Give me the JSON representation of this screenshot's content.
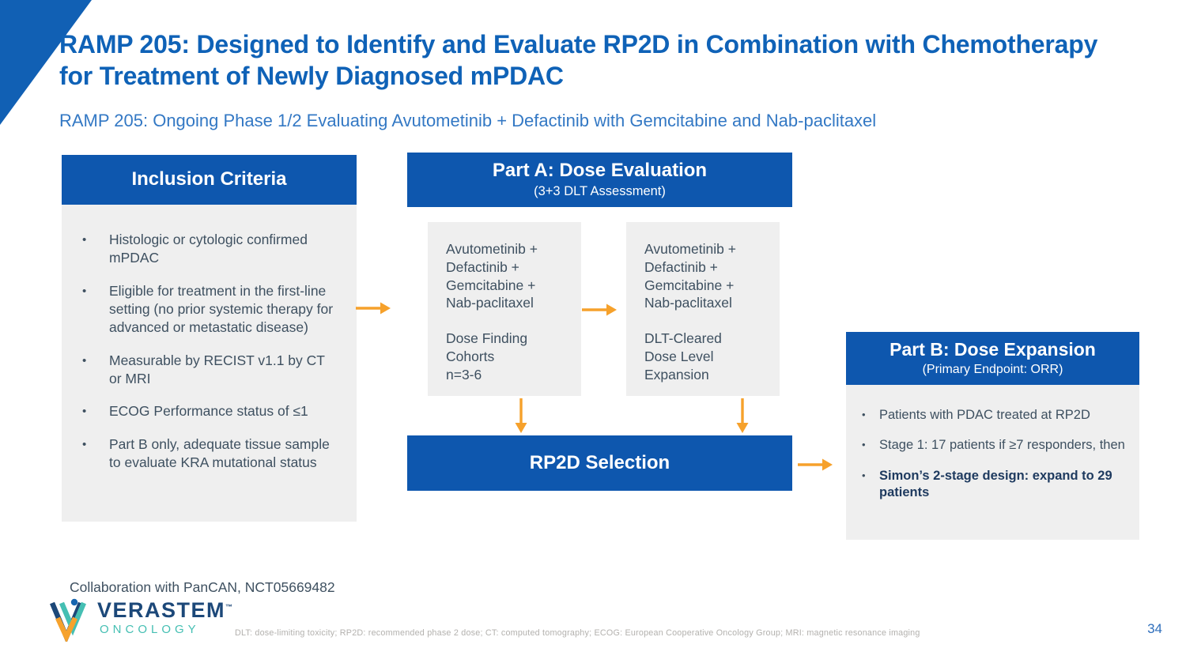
{
  "slide": {
    "title": "RAMP 205: Designed to Identify and Evaluate RP2D in Combination with Chemotherapy for Treatment of Newly Diagnosed mPDAC",
    "subtitle": "RAMP 205: Ongoing Phase 1/2 Evaluating Avutometinib + Defactinib with Gemcitabine and Nab-paclitaxel",
    "page_number": "34"
  },
  "inclusion": {
    "header": "Inclusion Criteria",
    "bullet_marker": "•",
    "bullets": [
      "Histologic or cytologic confirmed mPDAC",
      "Eligible for treatment in the first-line setting (no prior systemic therapy for advanced or metastatic disease)",
      "Measurable by RECIST v1.1 by CT or MRI",
      "ECOG Performance status of ≤1",
      "Part B only, adequate tissue sample to evaluate KRA mutational status"
    ]
  },
  "part_a": {
    "header": "Part A: Dose Evaluation",
    "subheader": "(3+3 DLT Assessment)",
    "box1": {
      "drug_lines": [
        "Avutometinib +",
        "Defactinib +",
        "Gemcitabine +",
        "Nab-paclitaxel"
      ],
      "label_lines": [
        "Dose Finding",
        "Cohorts",
        "n=3-6"
      ]
    },
    "box2": {
      "drug_lines": [
        "Avutometinib +",
        "Defactinib +",
        "Gemcitabine +",
        "Nab-paclitaxel"
      ],
      "label_lines": [
        "DLT-Cleared",
        "Dose Level",
        "Expansion"
      ]
    }
  },
  "rp2d": {
    "label": "RP2D Selection"
  },
  "part_b": {
    "header": "Part B: Dose Expansion",
    "subheader": "(Primary Endpoint: ORR)",
    "bullet_marker": "•",
    "bullets": [
      "Patients with PDAC treated at RP2D",
      "Stage 1: 17 patients if ≥7 responders, then",
      "Simon’s 2-stage design: expand to 29 patients"
    ]
  },
  "footer": {
    "collaboration": "Collaboration with PanCAN, NCT05669482",
    "logo_word": "VERASTEM",
    "logo_tm": "™",
    "logo_sub": "ONCOLOGY",
    "footnote": "DLT: dose-limiting toxicity; RP2D: recommended phase 2 dose; CT: computed tomography; ECOG: European Cooperative Oncology Group; MRI: magnetic resonance imaging"
  },
  "colors": {
    "header_blue": "#0e57ae",
    "title_blue": "#0f62b7",
    "subtitle_blue": "#3378c4",
    "box_gray": "#efefef",
    "body_text": "#3e5060",
    "bold_navy": "#1e3a5f",
    "arrow_orange": "#f6a12b",
    "footnote_gray": "#b3b1ae",
    "page_blue": "#2f6fbc",
    "logo_navy": "#1c4879",
    "logo_teal": "#45bfb3",
    "logo_orange": "#f6a22d"
  }
}
